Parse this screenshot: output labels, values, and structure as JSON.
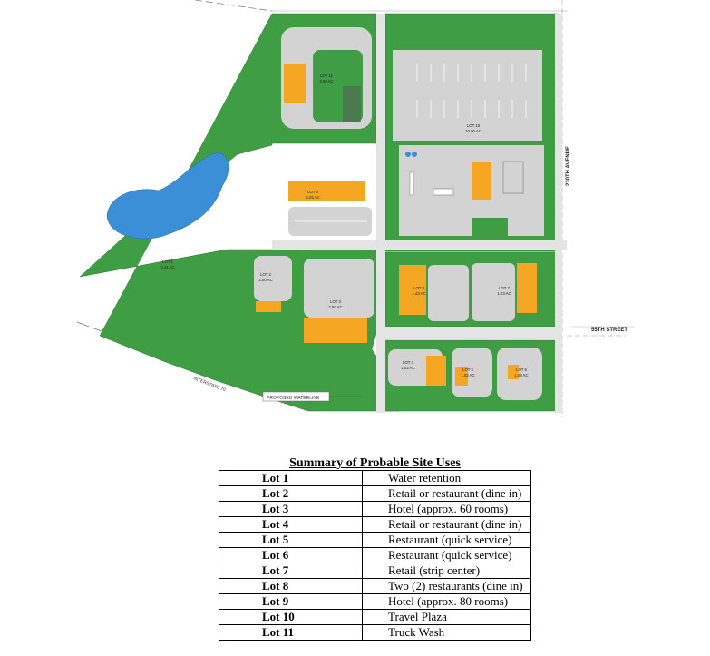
{
  "plan": {
    "roads": {
      "avenue": "230TH AVENUE",
      "street": "55TH STREET",
      "interstate": "INTERSTATE 70",
      "waterline": "PROPOSED WATERLINE"
    },
    "lot_labels": [
      {
        "name": "LOT 11",
        "area": "3.60 AC"
      },
      {
        "name": "LOT 10",
        "area": "10.00 AC"
      },
      {
        "name": "LOT 9",
        "area": "4.25 AC"
      },
      {
        "name": "LOT 1",
        "area": "3.41 AC"
      },
      {
        "name": "LOT 2",
        "area": "2.00 AC"
      },
      {
        "name": "LOT 3",
        "area": "2.50 AC"
      },
      {
        "name": "LOT 8",
        "area": "1.43 AC"
      },
      {
        "name": "LOT 7",
        "area": "1.43 AC"
      },
      {
        "name": "LOT 4",
        "area": "1.02 AC"
      },
      {
        "name": "LOT 5",
        "area": "1.02 AC"
      },
      {
        "name": "LOT 6",
        "area": "1.08 AC"
      }
    ],
    "colors": {
      "green": "#3f9d44",
      "pavement": "#d3d3d3",
      "building": "#f5a623",
      "water": "#3a8fd6"
    }
  },
  "summary": {
    "title": "Summary of Probable Site Uses",
    "rows": [
      {
        "lot": "Lot 1",
        "use": "Water retention"
      },
      {
        "lot": "Lot 2",
        "use": "Retail or restaurant (dine in)"
      },
      {
        "lot": "Lot 3",
        "use": "Hotel (approx. 60 rooms)"
      },
      {
        "lot": "Lot 4",
        "use": "Retail or restaurant (dine in)"
      },
      {
        "lot": "Lot 5",
        "use": "Restaurant (quick service)"
      },
      {
        "lot": "Lot 6",
        "use": "Restaurant (quick service)"
      },
      {
        "lot": "Lot 7",
        "use": "Retail (strip center)"
      },
      {
        "lot": "Lot 8",
        "use": "Two (2) restaurants (dine in)"
      },
      {
        "lot": "Lot 9",
        "use": "Hotel (approx. 80 rooms)"
      },
      {
        "lot": "Lot 10",
        "use": "Travel Plaza"
      },
      {
        "lot": "Lot 11",
        "use": "Truck Wash"
      }
    ]
  }
}
